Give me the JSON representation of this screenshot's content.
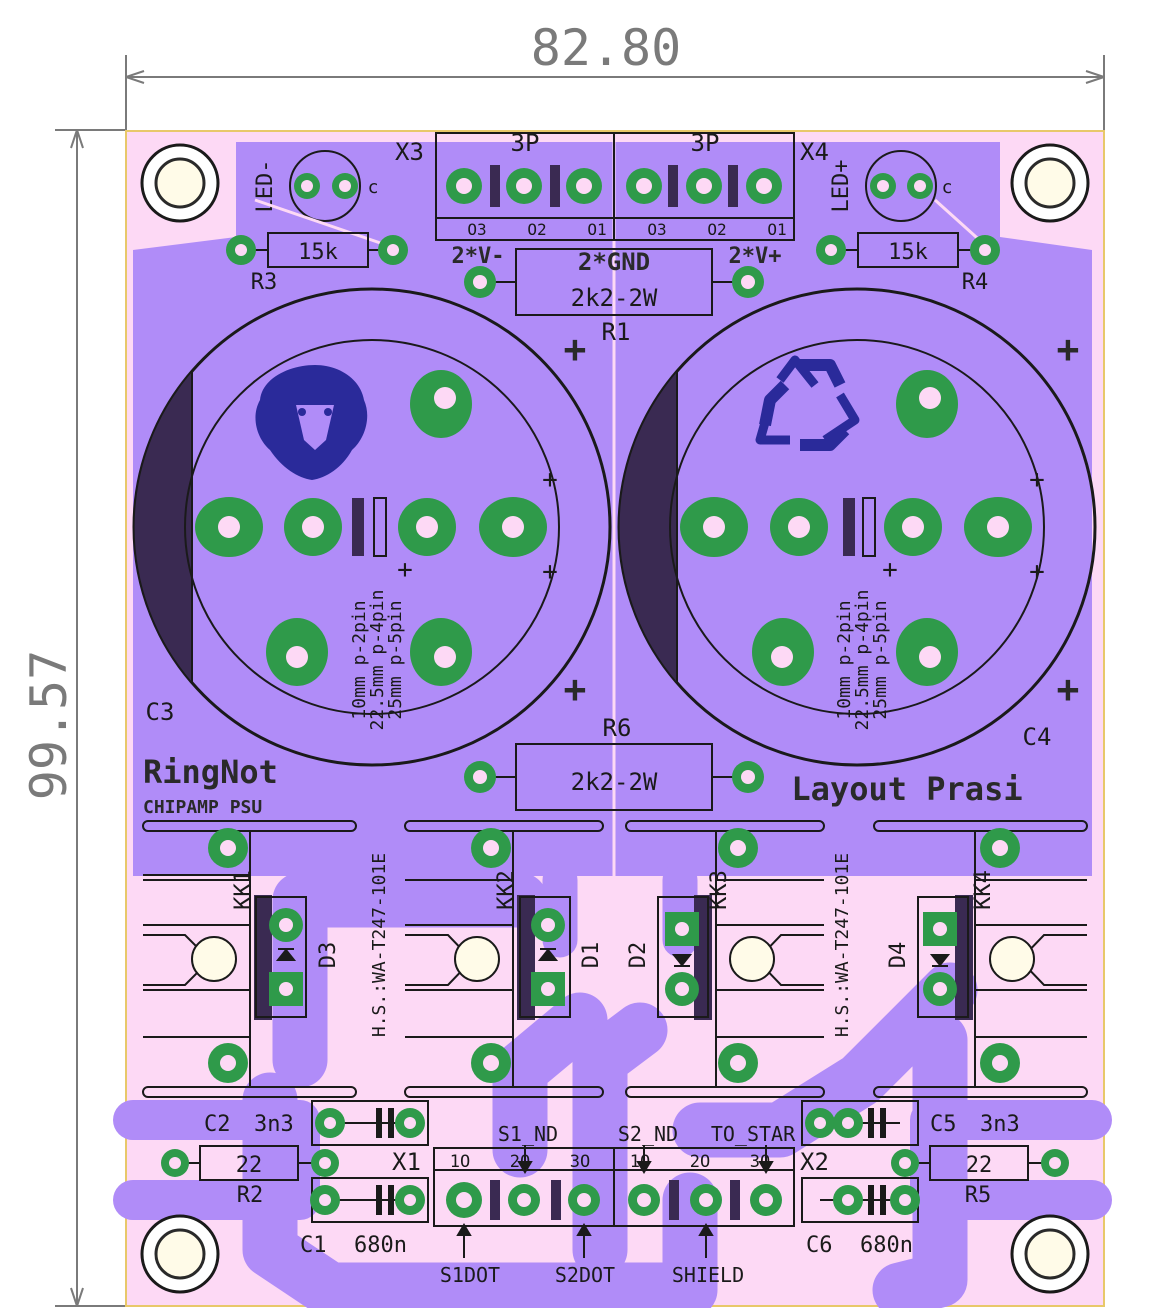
{
  "dimensions": {
    "width": "82.80",
    "height": "99.57"
  },
  "colors": {
    "board": "#fdd9f5",
    "copper": "#b08cf8",
    "pad": "#2f9a4a",
    "silk": "#1a1a1a",
    "dark": "#3a2a52",
    "logo": "#2a2a9a"
  },
  "connectors": {
    "x3": {
      "ref": "X3",
      "value": "3P",
      "pins": [
        "O3",
        "O2",
        "O1"
      ]
    },
    "x4": {
      "ref": "X4",
      "value": "3P",
      "pins": [
        "O3",
        "O2",
        "O1"
      ]
    },
    "x1": {
      "ref": "X1",
      "pins": [
        "1O",
        "2O",
        "3O"
      ]
    },
    "x2": {
      "ref": "X2",
      "pins": [
        "1O",
        "2O",
        "3O"
      ]
    }
  },
  "rail_labels": {
    "v_minus": "2*V-",
    "gnd": "2*GND",
    "v_plus": "2*V+"
  },
  "leds": {
    "left": "LED-",
    "right": "LED+",
    "cathode": "c"
  },
  "resistors": {
    "r1": {
      "ref": "R1",
      "value": "2k2-2W"
    },
    "r6": {
      "ref": "R6",
      "value": "2k2-2W"
    },
    "r3": {
      "ref": "R3",
      "value": "15k"
    },
    "r4": {
      "ref": "R4",
      "value": "15k"
    },
    "r2": {
      "ref": "R2",
      "value": "22"
    },
    "r5": {
      "ref": "R5",
      "value": "22"
    }
  },
  "caps": {
    "c3": {
      "ref": "C3",
      "pitch": [
        "10mm p-2pin",
        "22.5mm p-4pin",
        "25mm p-5pin"
      ]
    },
    "c4": {
      "ref": "C4",
      "pitch": [
        "10mm p-2pin",
        "22.5mm p-4pin",
        "25mm p-5pin"
      ]
    },
    "c2": {
      "ref": "C2",
      "value": "3n3"
    },
    "c5": {
      "ref": "C5",
      "value": "3n3"
    },
    "c1": {
      "ref": "C1",
      "value": "680n"
    },
    "c6": {
      "ref": "C6",
      "value": "680n"
    }
  },
  "plus": "+",
  "title": {
    "brand": "RingNot",
    "sub": "CHIPAMP PSU",
    "layout": "Layout Prasi"
  },
  "heatsinks": {
    "part": "H.S.:WA-T247-101E",
    "refs": [
      "KK1",
      "KK2",
      "KK3",
      "KK4"
    ]
  },
  "diodes": [
    "D1",
    "D2",
    "D3",
    "D4"
  ],
  "bottom_labels": {
    "s1_nd": "S1_ND",
    "s2_nd": "S2_ND",
    "to_star": "TO_STAR",
    "s1dot": "S1DOT",
    "s2dot": "S2DOT",
    "shield": "SHIELD"
  }
}
